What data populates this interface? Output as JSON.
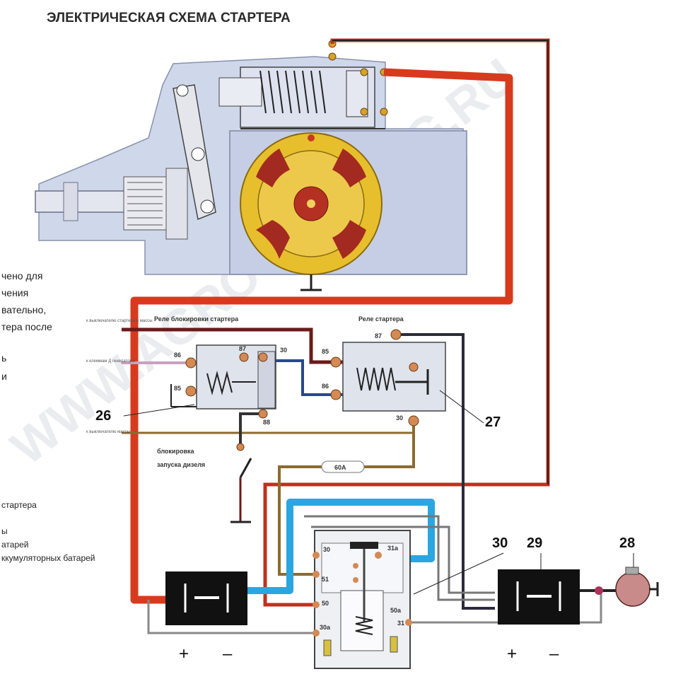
{
  "title": "ЭЛЕКТРИЧЕСКАЯ СХЕМА СТАРТЕРА",
  "watermark": "WWW.AGROTEXTORG.RU",
  "relay_block": {
    "label": "Реле блокировки стартера"
  },
  "relay_starter": {
    "label": "Реле стартера"
  },
  "relay_block_terminals": [
    "86",
    "87",
    "30",
    "85",
    "88"
  ],
  "relay_starter_terminals": [
    "87",
    "85",
    "86",
    "30"
  ],
  "fuse": "60А",
  "block_switch_label": [
    "блокировка",
    "запуска дизеля"
  ],
  "left_small_labels": [
    "к выключателю стартера и массы",
    "к клеммам Д генератора",
    "к выключателю массы"
  ],
  "side_text": [
    "чено для",
    "чения",
    "вательно,",
    "тера после",
    "ь",
    "и",
    "стартера",
    "ы",
    "атарей",
    "ккумуляторных батарей"
  ],
  "switch_terminals": [
    "30",
    "31а",
    "51",
    "50",
    "50а",
    "31",
    "30а"
  ],
  "callouts": [
    "26",
    "27",
    "30",
    "29",
    "28"
  ],
  "polarity": [
    "+",
    "–",
    "+",
    "–"
  ],
  "colors": {
    "red_wire": "#d83a1e",
    "blue_wire": "#2aa6e0",
    "dark_wire": "#2b2b3a",
    "housing": "#c9d2e8",
    "armature": "#e8c12f",
    "battery": "#111111"
  }
}
